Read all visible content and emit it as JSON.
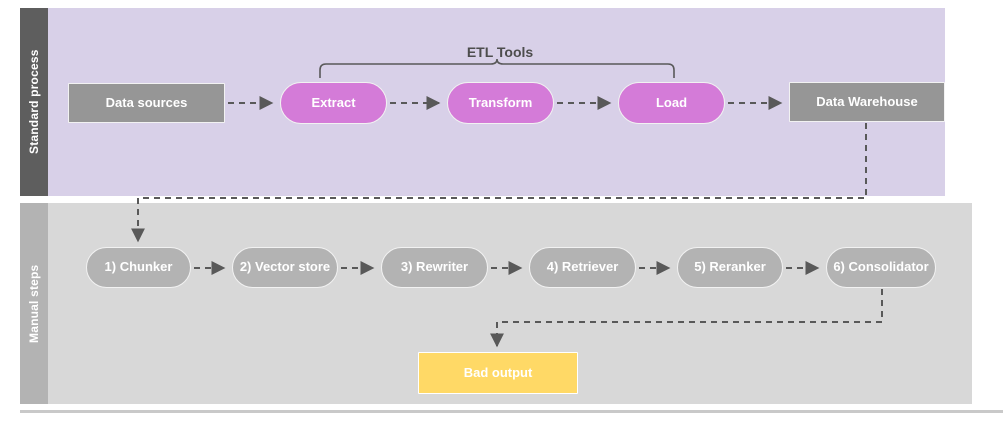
{
  "diagram": {
    "title_hidden": "",
    "lanes": [
      {
        "id": "standard-process",
        "label": "Standard process",
        "band_color": "#D8D0E8",
        "label_color": "#5E5E5E"
      },
      {
        "id": "manual-steps",
        "label": "Manual steps",
        "band_color": "#D8D8D8",
        "label_color": "#B3B3B3"
      }
    ],
    "annotations": [
      {
        "id": "etl-tools-bracket",
        "label": "ETL Tools",
        "spans": [
          "extract",
          "transform",
          "load"
        ],
        "color": "#4D4D4D"
      }
    ],
    "nodes": [
      {
        "id": "data-sources",
        "label": "Data sources",
        "lane": "standard-process",
        "shape": "rect",
        "color": "#969696"
      },
      {
        "id": "extract",
        "label": "Extract",
        "lane": "standard-process",
        "shape": "pill",
        "color": "#D47BD8"
      },
      {
        "id": "transform",
        "label": "Transform",
        "lane": "standard-process",
        "shape": "pill",
        "color": "#D47BD8"
      },
      {
        "id": "load",
        "label": "Load",
        "lane": "standard-process",
        "shape": "pill",
        "color": "#D47BD8"
      },
      {
        "id": "data-warehouse",
        "label": "Data Warehouse",
        "lane": "standard-process",
        "shape": "rect",
        "color": "#969696"
      },
      {
        "id": "chunker",
        "label": "1) Chunker",
        "lane": "manual-steps",
        "shape": "pill",
        "color": "#B3B3B3"
      },
      {
        "id": "vector-store",
        "label": "2) Vector store",
        "lane": "manual-steps",
        "shape": "pill",
        "color": "#B3B3B3"
      },
      {
        "id": "rewriter",
        "label": "3) Rewriter",
        "lane": "manual-steps",
        "shape": "pill",
        "color": "#B3B3B3"
      },
      {
        "id": "retriever",
        "label": "4) Retriever",
        "lane": "manual-steps",
        "shape": "pill",
        "color": "#B3B3B3"
      },
      {
        "id": "reranker",
        "label": "5) Reranker",
        "lane": "manual-steps",
        "shape": "pill",
        "color": "#B3B3B3"
      },
      {
        "id": "consolidator",
        "label": "6) Consolidator",
        "lane": "manual-steps",
        "shape": "pill",
        "color": "#B3B3B3"
      },
      {
        "id": "bad-output",
        "label": "Bad output",
        "lane": "manual-steps",
        "shape": "rect",
        "color": "#FFD966"
      }
    ],
    "edges": [
      {
        "from": "data-sources",
        "to": "extract",
        "style": "dashed",
        "arrow": true
      },
      {
        "from": "extract",
        "to": "transform",
        "style": "dashed",
        "arrow": true
      },
      {
        "from": "transform",
        "to": "load",
        "style": "dashed",
        "arrow": true
      },
      {
        "from": "load",
        "to": "data-warehouse",
        "style": "dashed",
        "arrow": true
      },
      {
        "from": "data-warehouse",
        "to": "chunker",
        "style": "dashed",
        "arrow": true
      },
      {
        "from": "chunker",
        "to": "vector-store",
        "style": "dashed",
        "arrow": true
      },
      {
        "from": "vector-store",
        "to": "rewriter",
        "style": "dashed",
        "arrow": true
      },
      {
        "from": "rewriter",
        "to": "retriever",
        "style": "dashed",
        "arrow": true
      },
      {
        "from": "retriever",
        "to": "reranker",
        "style": "dashed",
        "arrow": true
      },
      {
        "from": "reranker",
        "to": "consolidator",
        "style": "dashed",
        "arrow": true
      },
      {
        "from": "consolidator",
        "to": "bad-output",
        "style": "dashed",
        "arrow": true
      }
    ]
  }
}
